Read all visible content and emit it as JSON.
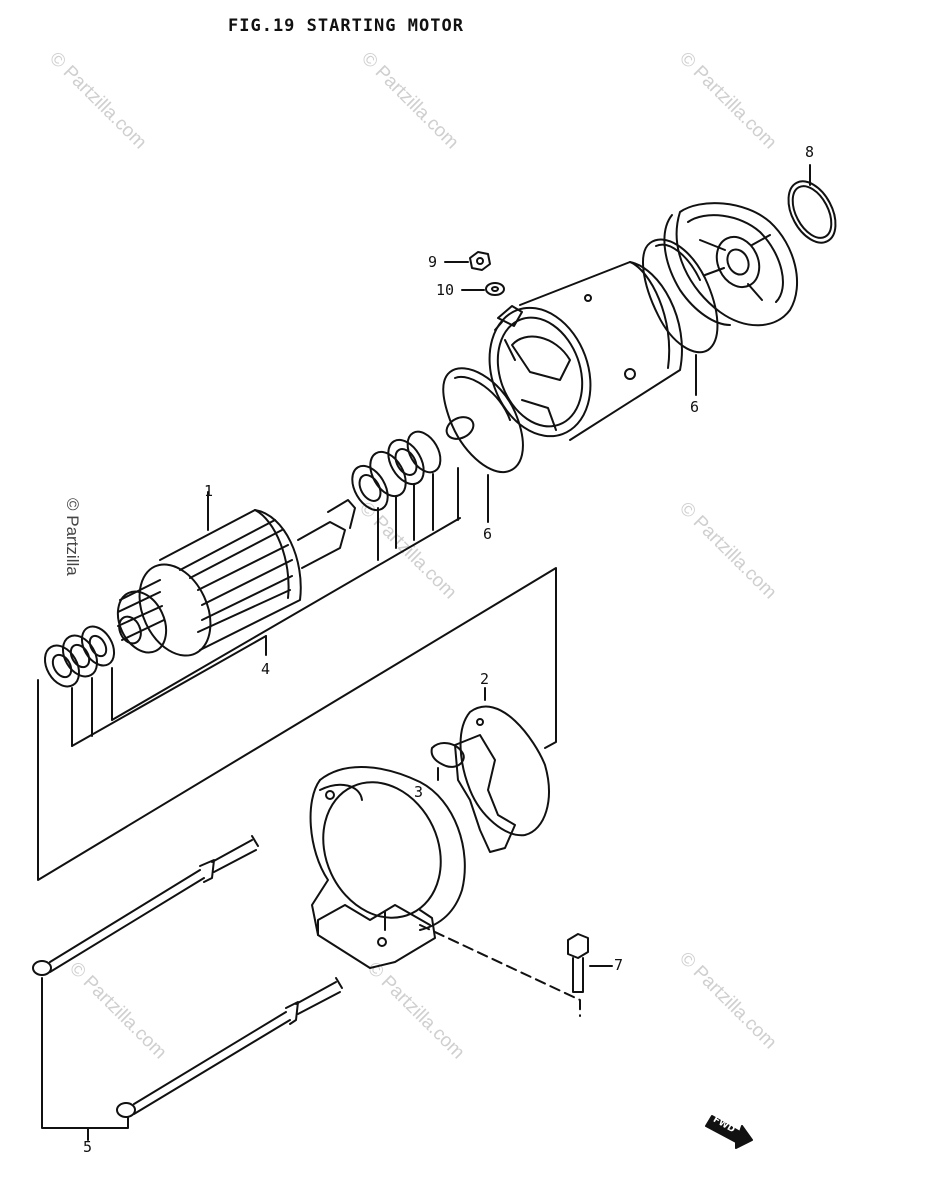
{
  "figure": {
    "title": "FIG.19  STARTING MOTOR"
  },
  "watermark": {
    "text": "© Partzilla.com",
    "side_text": "© Partzilla"
  },
  "callouts": [
    {
      "number": "1"
    },
    {
      "number": "2"
    },
    {
      "number": "3"
    },
    {
      "number": "4"
    },
    {
      "number": "5"
    },
    {
      "number": "6"
    },
    {
      "number": "6"
    },
    {
      "number": "7"
    },
    {
      "number": "8"
    },
    {
      "number": "9"
    },
    {
      "number": "10"
    }
  ],
  "fwd_marker": {
    "text": "FWD"
  }
}
